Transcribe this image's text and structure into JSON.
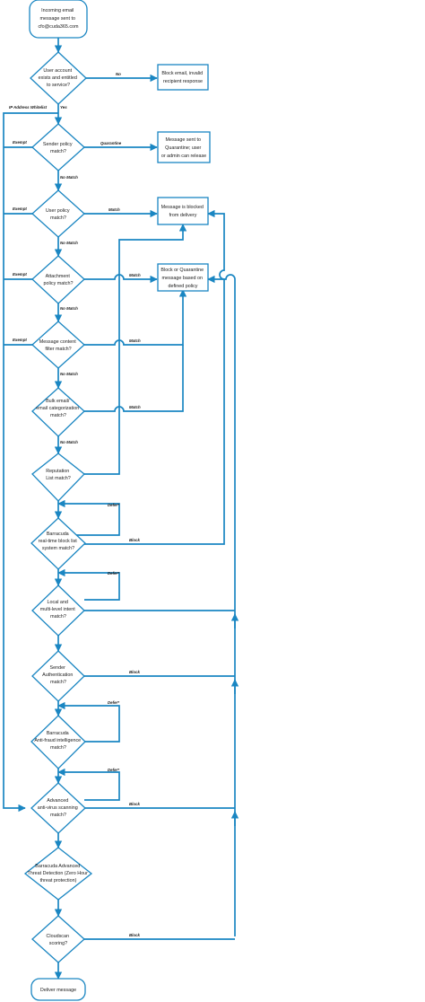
{
  "nodes": {
    "start": [
      "Incoming email",
      "message sent to",
      "cfo@cuda365.com"
    ],
    "user_account": [
      "User account",
      "exists and entitled",
      "to service?"
    ],
    "block_invalid": [
      "Block email, invalid",
      "recipient response"
    ],
    "sender_policy": [
      "Sender policy",
      "match?"
    ],
    "quarantine": [
      "Message sent to",
      "Quarantine; user",
      "or admin can release"
    ],
    "user_policy": [
      "User policy",
      "match?"
    ],
    "blocked_delivery": [
      "Message is blocked",
      "from delivery"
    ],
    "attachment_policy": [
      "Attachment",
      "policy match?"
    ],
    "block_or_quarantine": [
      "Block or Quarantine",
      "message based on",
      "defined policy"
    ],
    "content_filter": [
      "Message content",
      "filter match?"
    ],
    "bulk_email": [
      "Bulk email/",
      "email categorization",
      "match?"
    ],
    "reputation": [
      "Reputation",
      "List match?"
    ],
    "rbl": [
      "Barracuda",
      "real-time block list",
      "system match?"
    ],
    "intent": [
      "Local and",
      "multi-level intent",
      "match?"
    ],
    "sender_auth": [
      "Sender",
      "Authentication",
      "match?"
    ],
    "anti_fraud": [
      "Barracuda",
      "Anti-fraud intelligence",
      "match?"
    ],
    "antivirus": [
      "Advanced",
      "anti-virus scanning",
      "match?"
    ],
    "atd": [
      "Barracuda Advanced",
      "Threat Detection (Zero Hour",
      "threat protection)"
    ],
    "cloudscan": [
      "Cloudscan",
      "scoring?"
    ],
    "deliver": [
      "Deliver message"
    ]
  },
  "labels": {
    "no": "No",
    "yes": "Yes",
    "ip_whitelist": "IP Address Whitelist",
    "exempt": "Exempt",
    "quarantine": "Quarantine",
    "no_match": "No Match",
    "match": "Match",
    "defer": "Defer*",
    "block": "Block"
  },
  "colors": {
    "line": "#1a86c2",
    "text": "#1a1a1a",
    "fill": "#ffffff"
  }
}
